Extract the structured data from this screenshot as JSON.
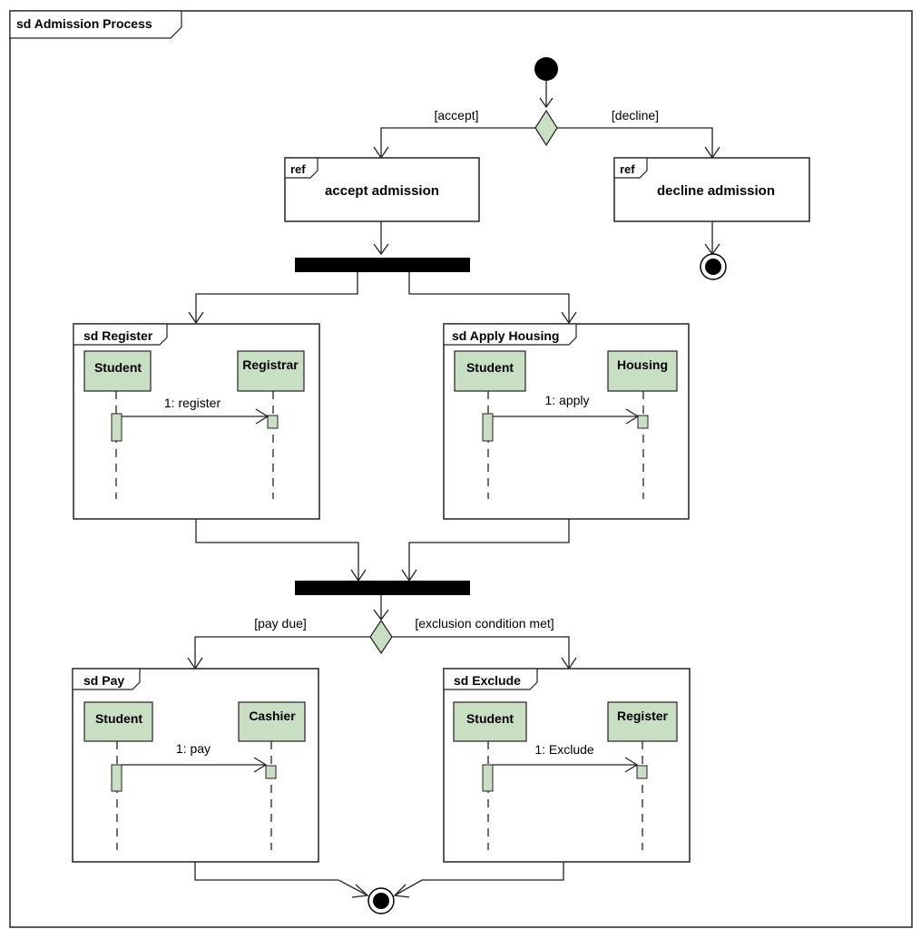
{
  "outer_frame": {
    "title": "sd Admission Process"
  },
  "guards": {
    "accept": "[accept]",
    "decline": "[decline]",
    "pay_due": "[pay due]",
    "exclusion": "[exclusion condition met]"
  },
  "refs": {
    "accept": {
      "keyword": "ref",
      "label": "accept admission"
    },
    "decline": {
      "keyword": "ref",
      "label": "decline admission"
    }
  },
  "frames": {
    "register": {
      "title": "sd Register",
      "left": "Student",
      "right": "Registrar",
      "message": "1: register"
    },
    "housing": {
      "title": "sd Apply Housing",
      "left": "Student",
      "right": "Housing",
      "message": "1: apply"
    },
    "pay": {
      "title": "sd Pay",
      "left": "Student",
      "right": "Cashier",
      "message": "1: pay"
    },
    "exclude": {
      "title": "sd Exclude",
      "left": "Student",
      "right": "Register",
      "message": "1: Exclude"
    }
  },
  "colors": {
    "lifeline_fill": "#c8dfc4",
    "stroke": "#222222"
  }
}
